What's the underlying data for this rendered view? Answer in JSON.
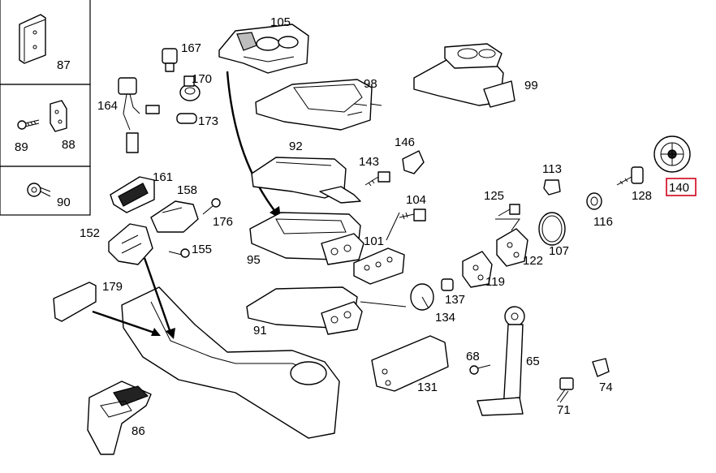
{
  "diagram": {
    "highlight_color": "#d0021b",
    "callouts": {
      "c87": "87",
      "c89": "89",
      "c88": "88",
      "c90": "90",
      "c105": "105",
      "c167": "167",
      "c170": "170",
      "c164": "164",
      "c173": "173",
      "c98": "98",
      "c99": "99",
      "c92": "92",
      "c143": "143",
      "c146": "146",
      "c113": "113",
      "c140": "140",
      "c161": "161",
      "c158": "158",
      "c176": "176",
      "c104": "104",
      "c125": "125",
      "c128": "128",
      "c116": "116",
      "c152": "152",
      "c155": "155",
      "c95": "95",
      "c101": "101",
      "c107": "107",
      "c122": "122",
      "c119": "119",
      "c179": "179",
      "c137": "137",
      "c91": "91",
      "c134": "134",
      "c68": "68",
      "c65": "65",
      "c131": "131",
      "c74": "74",
      "c71": "71",
      "c86": "86"
    }
  }
}
